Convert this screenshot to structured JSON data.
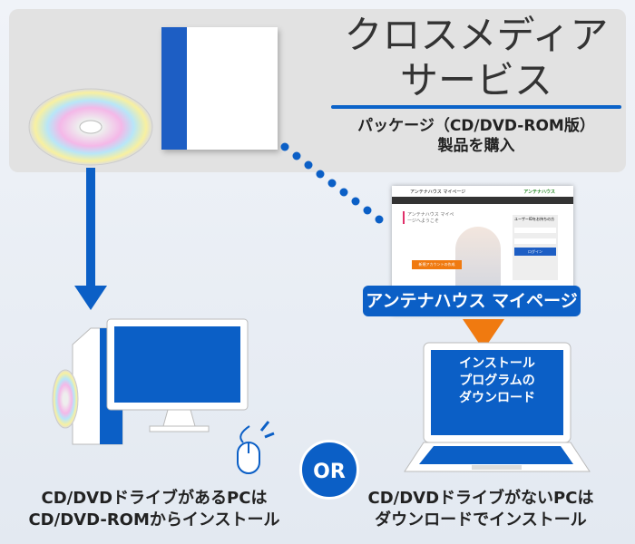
{
  "header": {
    "title_line1": "クロスメディア",
    "title_line2": "サービス",
    "subtitle_line1": "パッケージ（CD/DVD-ROM版）",
    "subtitle_line2": "製品を購入"
  },
  "mypage": {
    "label": "アンテナハウス マイページ",
    "screenshot": {
      "site_title": "アンテナハウス マイページ",
      "logo": "アンテナハウス",
      "welcome": "アンテナハウス マイページへようこそ",
      "login_heading": "ユーザーIDをお持ちの方",
      "login_button": "ログイン",
      "register_button": "新規アカウントの作成"
    }
  },
  "download": {
    "line1": "インストール",
    "line2": "プログラムの",
    "line3": "ダウンロード"
  },
  "or_label": "OR",
  "captions": {
    "left_line1": "CD/DVDドライブがあるPCは",
    "left_line2": "CD/DVD-ROMからインストール",
    "right_line1": "CD/DVDドライブがないPCは",
    "right_line2": "ダウンロードでインストール"
  },
  "colors": {
    "blue": "#0b5fc6",
    "orange": "#f07a10",
    "panel": "#e2e2e2"
  }
}
